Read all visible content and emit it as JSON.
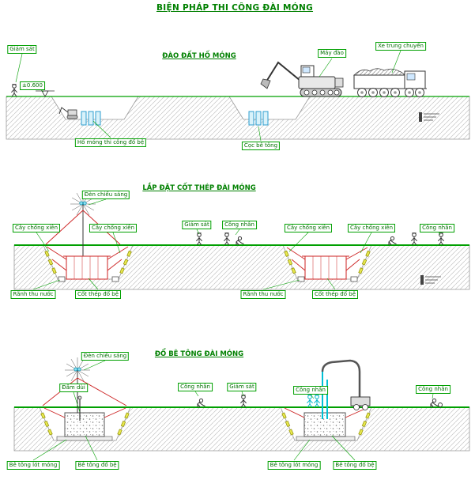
{
  "title": "BIỆN PHÁP THI CÔNG ĐÀI MÓNG",
  "panels": [
    {
      "title": "ĐÀO ĐẤT HỐ MÓNG",
      "labels": {
        "giam_sat": "Giám sát",
        "elevation": "±0.600",
        "ho_mong": "Hố móng thi công đổ bệ",
        "coc_be_tong": "Cọc bê tông",
        "may_dao": "Máy đào",
        "xe_trung_chuyen": "Xe trung chuyển"
      }
    },
    {
      "title": "LẮP ĐẶT CỐT THÉP ĐÀI MÓNG",
      "labels": {
        "den_chieu_sang": "Đèn chiếu sáng",
        "cay_chong_xien": "Cây chống xiên",
        "giam_sat": "Giám sát",
        "cong_nhan": "Công nhân",
        "ranh_thu_nuoc": "Rãnh thu nước",
        "cot_thep_do_be": "Cốt thép đổ bệ"
      }
    },
    {
      "title": "ĐỔ BÊ TÔNG ĐÀI MÓNG",
      "labels": {
        "den_chieu_sang": "Đèn chiếu sáng",
        "dam_dui": "Đầm dùi",
        "cong_nhan": "Công nhân",
        "giam_sat": "Giám sát",
        "be_tong_lot_mong": "Bê tông lót móng",
        "be_tong_do_be": "Bê tông đổ bệ"
      }
    }
  ],
  "colors": {
    "label_green": "#00a000",
    "text_green": "#008000",
    "formwork_red": "#cc2222",
    "pile_blue": "#2f9fd0",
    "pump_cyan": "#00c0d4",
    "prop_yellow": "#e8e850",
    "hatch_gray": "#c4c4c4"
  }
}
